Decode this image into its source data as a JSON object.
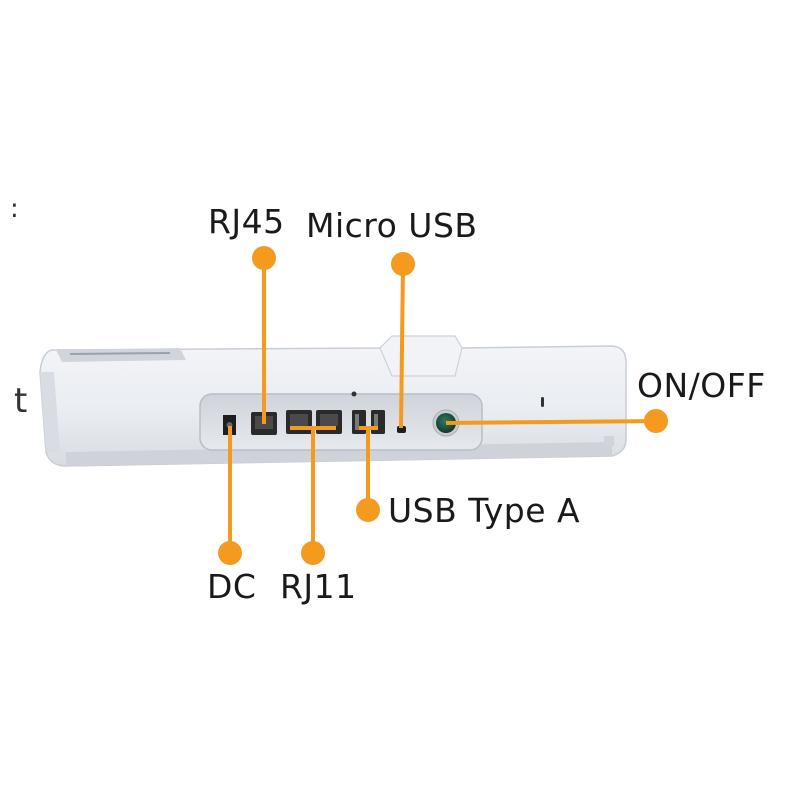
{
  "labels": {
    "rj45": "RJ45",
    "micro_usb": "Micro USB",
    "on_off": "ON/OFF",
    "usb_type_a": "USB Type A",
    "dc": "DC",
    "rj11": "RJ11"
  },
  "edge_fragments": {
    "left_top": ":",
    "left_mid": "t"
  },
  "colors": {
    "callout_orange": "#f39a1f",
    "device_body": "#eceff3",
    "port_panel": "#dfe3e8",
    "power_button": "#1f5e46",
    "label_text": "#1a1a1a"
  },
  "icons": {
    "device": "white-network-device-rear-panel",
    "callout_marker": "orange-dot"
  }
}
